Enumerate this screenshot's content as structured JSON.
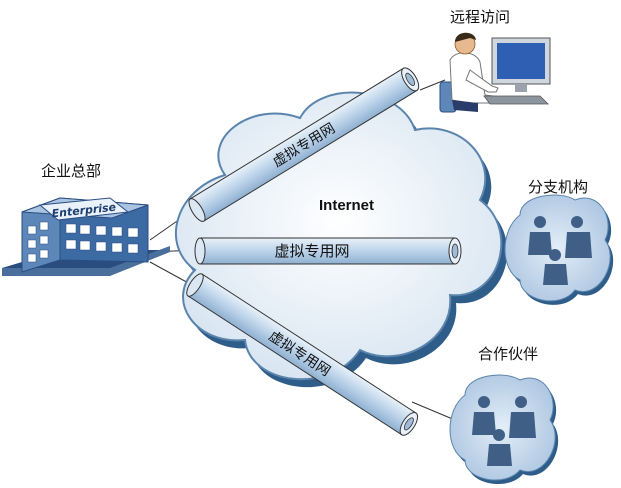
{
  "nodes": {
    "hq": "企业总部",
    "remote": "远程访问",
    "branch": "分支机构",
    "partner": "合作伙伴"
  },
  "cloud_label": "Internet",
  "building_sign": "Enterprise",
  "tunnels": [
    "虚拟专用网",
    "虚拟专用网",
    "虚拟专用网"
  ],
  "colors": {
    "cloud_fill": "#cfe0f0",
    "cloud_stroke": "#2f5d8a",
    "pipe_fill": "#c7dcef",
    "group_fill": "#bdd3ea"
  }
}
